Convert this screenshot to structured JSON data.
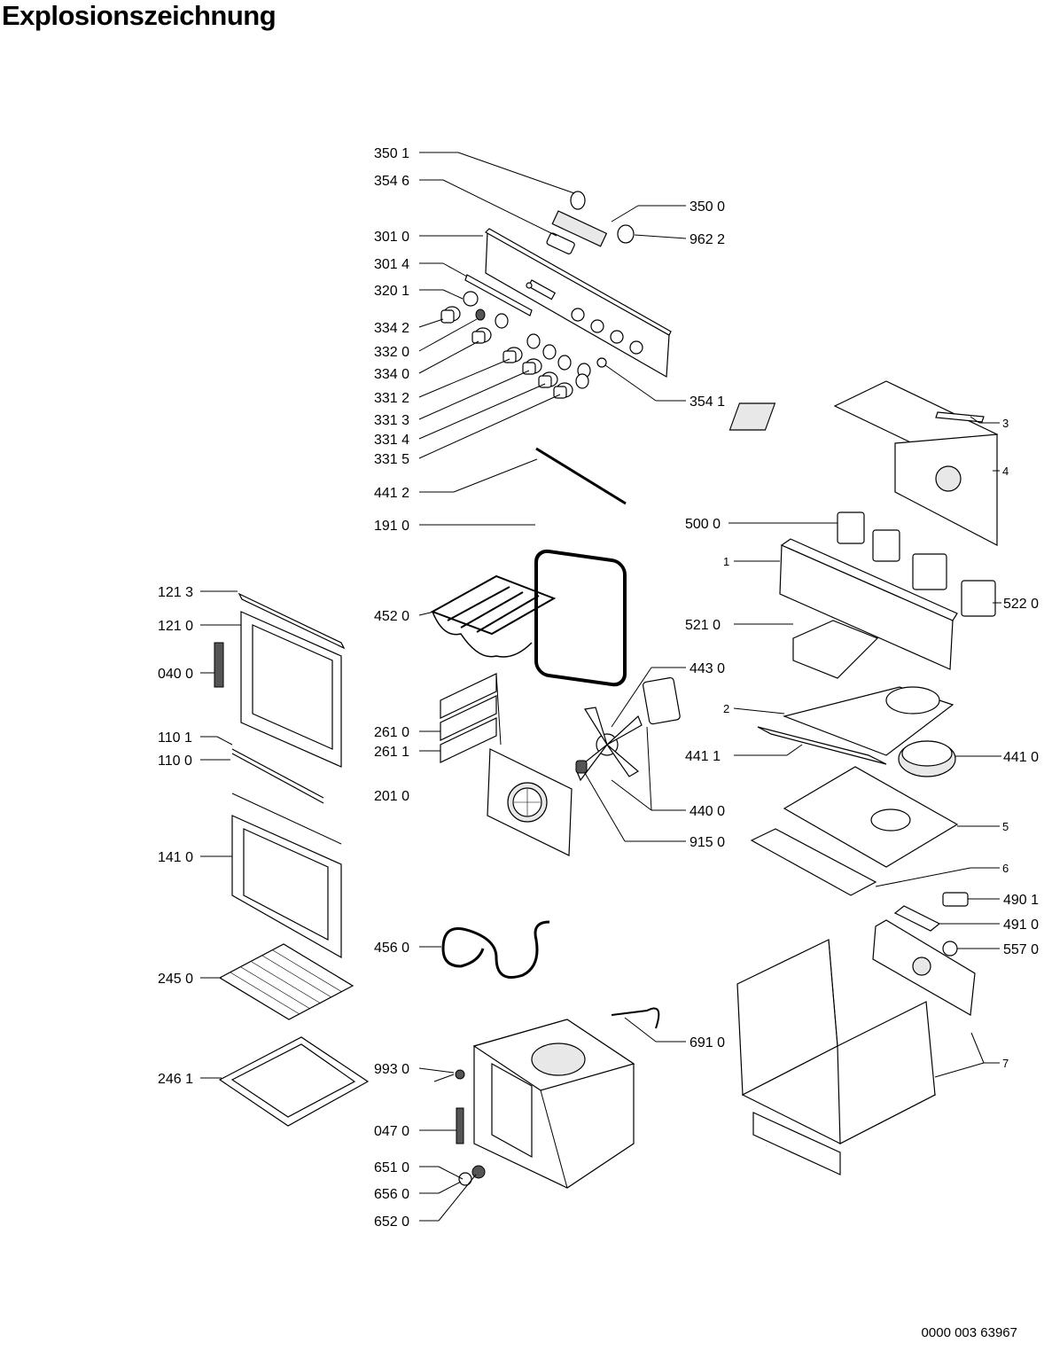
{
  "title": "Explosionszeichnung",
  "document_number": "0000 003 63967",
  "callouts": {
    "p3501": "350 1",
    "p3546": "354 6",
    "p3010": "301 0",
    "p3014": "301 4",
    "p3201": "320 1",
    "p3342": "334 2",
    "p3320": "332 0",
    "p3340": "334 0",
    "p3312": "331 2",
    "p3313": "331 3",
    "p3314": "331 4",
    "p3315": "331 5",
    "p3500": "350 0",
    "p9622": "962 2",
    "p3541": "354 1",
    "p4412": "441 2",
    "p1910": "191 0",
    "p4520": "452 0",
    "p1213": "121 3",
    "p1210": "121 0",
    "p0400": "040 0",
    "p1101": "110 1",
    "p1100": "110 0",
    "p1410": "141 0",
    "p2450": "245 0",
    "p2461": "246 1",
    "p2610": "261 0",
    "p2611": "261 1",
    "p2010": "201 0",
    "p4430": "443 0",
    "p4400": "440 0",
    "p9150": "915 0",
    "p4560": "456 0",
    "p6910": "691 0",
    "p9930": "993 0",
    "p0470": "047 0",
    "p6510": "651 0",
    "p6560": "656 0",
    "p6520": "652 0",
    "p5000": "500 0",
    "p5220": "522 0",
    "p5210": "521 0",
    "p4411": "441 1",
    "p4410": "441 0",
    "p4901": "490 1",
    "p4910": "491 0",
    "p5570": "557 0",
    "n1": "1",
    "n2": "2",
    "n3": "3",
    "n4": "4",
    "n5": "5",
    "n6": "6",
    "n7": "7"
  }
}
